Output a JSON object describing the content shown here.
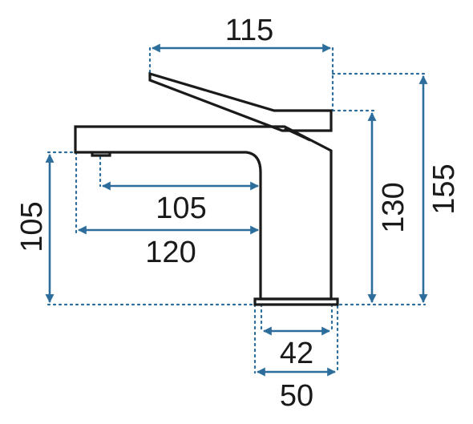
{
  "colors": {
    "dimension": "#2c6d9c",
    "outline": "#1a1a1a",
    "background": "#ffffff"
  },
  "dimensions": {
    "top_width": "115",
    "spout_inner": "105",
    "spout_outer": "120",
    "spout_height": "105",
    "body_height": "130",
    "total_height": "155",
    "base_inner": "42",
    "base_outer": "50"
  }
}
